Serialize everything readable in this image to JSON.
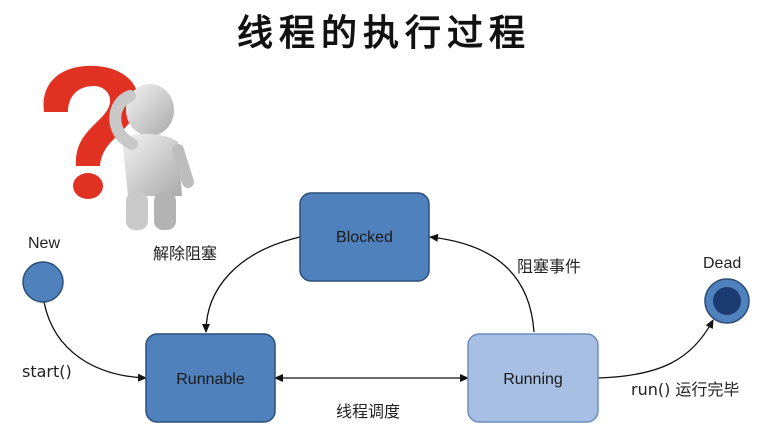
{
  "title": "线程的执行过程",
  "states": {
    "new": "New",
    "runnable": "Runnable",
    "blocked": "Blocked",
    "running": "Running",
    "dead": "Dead"
  },
  "transitions": {
    "start": "start()",
    "unblock": "解除阻塞",
    "block_event": "阻塞事件",
    "schedule": "线程调度",
    "run_complete": "run() 运行完毕"
  },
  "colors": {
    "state_fill": "#4f81bd",
    "state_border": "#2c4f7a",
    "running_fill": "#a7bfe3",
    "dead_inner": "#1c3b70"
  },
  "icons": {
    "question_mark": "question-mark-icon",
    "thinking_figure": "thinking-figure-icon"
  }
}
